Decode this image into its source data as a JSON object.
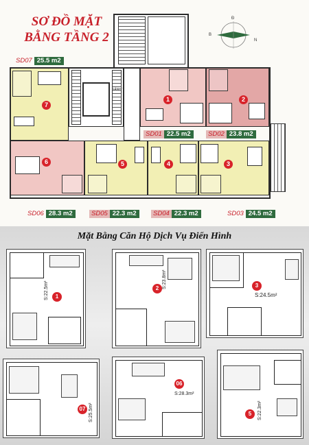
{
  "title_line1": "SƠ ĐỒ MẶT",
  "title_line2": "BẰNG TẦNG 2",
  "compass": {
    "north": "Đ",
    "west": "B",
    "east": "N"
  },
  "lobby_label": "SẢNH THANG",
  "units": [
    {
      "code": "SD07",
      "area": "25.5 m2",
      "number": "7"
    },
    {
      "code": "SD01",
      "area": "22.5 m2",
      "number": "1"
    },
    {
      "code": "SD02",
      "area": "23.8 m2",
      "number": "2"
    },
    {
      "code": "SD06",
      "area": "28.3 m2",
      "number": "6"
    },
    {
      "code": "SD05",
      "area": "22.3 m2",
      "number": "5"
    },
    {
      "code": "SD04",
      "area": "22.3 m2",
      "number": "4"
    },
    {
      "code": "SD03",
      "area": "24.5 m2",
      "number": "3"
    }
  ],
  "typical_title": "Mặt Bằng Căn Hộ Dịch Vụ Điển Hình",
  "typical": [
    {
      "number": "1",
      "area_label": "S:22.5m²"
    },
    {
      "number": "2",
      "area_label": "S:23.8m²"
    },
    {
      "number": "3",
      "area_label": "S:24.5m²"
    },
    {
      "number": "07",
      "area_label": "S:25.5m²"
    },
    {
      "number": "06",
      "area_label": "S:28.3m²"
    },
    {
      "number": "5",
      "area_label": "S:22.3m²"
    }
  ],
  "colors": {
    "title_red": "#c8202a",
    "badge_red": "#d8232a",
    "area_green": "#2f6b3e",
    "unit_yellow": "#f2efb4",
    "unit_pink": "#f1c7c4"
  }
}
